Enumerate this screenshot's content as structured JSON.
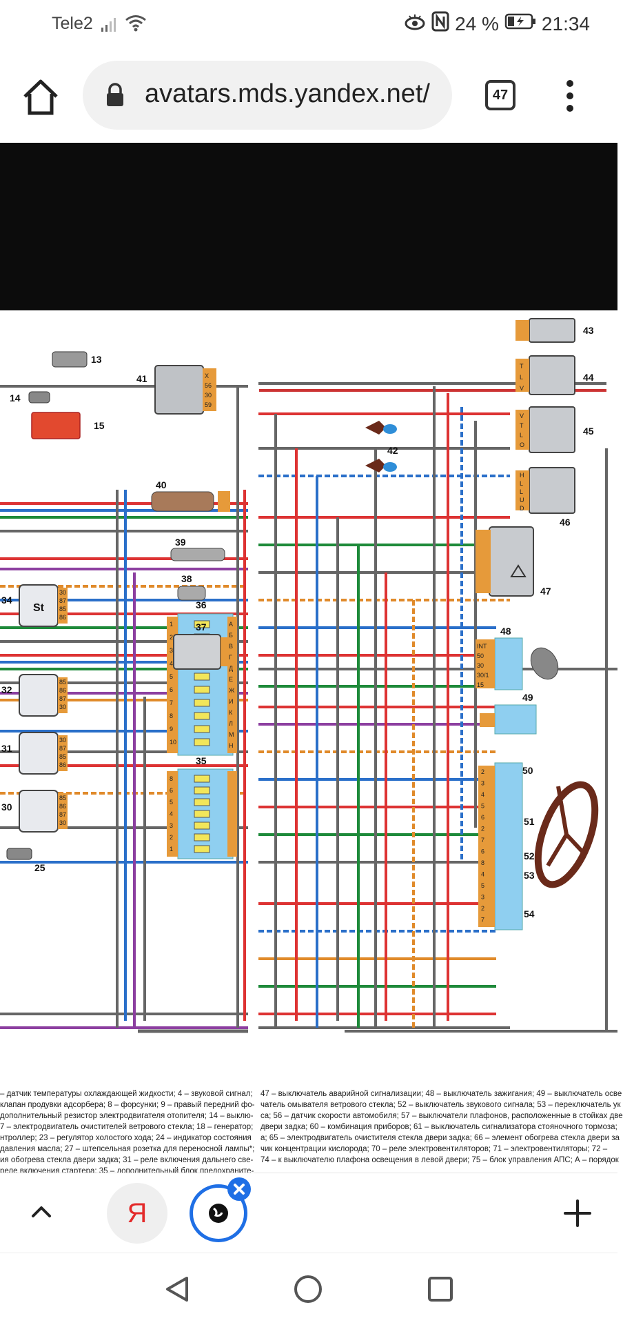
{
  "status_bar": {
    "carrier": "Tele2",
    "battery_percent": "24 %",
    "time": "21:34"
  },
  "browser": {
    "url": "avatars.mds.yandex.net/",
    "tab_count": "47",
    "yandex_button_label": "Я"
  },
  "diagram": {
    "component_numbers_left": [
      "13",
      "14",
      "15",
      "41",
      "40",
      "39",
      "38",
      "37",
      "34",
      "32",
      "31",
      "30",
      "25",
      "36",
      "35"
    ],
    "component_numbers_right": [
      "42",
      "43",
      "44",
      "45",
      "46",
      "47",
      "48",
      "49",
      "50",
      "51",
      "52",
      "53",
      "54"
    ],
    "ignition_label": "St",
    "switch48_pins": [
      "INT",
      "50",
      "30",
      "30/1",
      "15"
    ],
    "switch44_pins": [
      "T",
      "L",
      "V"
    ],
    "switch45_pins": [
      "V",
      "T",
      "L",
      "O"
    ],
    "switch46_pins": [
      "H",
      "L",
      "L",
      "U",
      "D"
    ],
    "switch41_pins": [
      "X",
      "56",
      "30",
      "59"
    ],
    "block36_left_pins": [
      "1",
      "2",
      "3",
      "4",
      "5",
      "6",
      "7",
      "8",
      "9",
      "10"
    ],
    "block36_right_pins": [
      "А",
      "Б",
      "В",
      "Г",
      "Д",
      "Е",
      "Ж",
      "И",
      "К",
      "Л",
      "М",
      "Н"
    ],
    "block35_left_pins": [
      "8",
      "6",
      "5",
      "4",
      "3",
      "2",
      "1"
    ],
    "relay_pins_34": [
      "30",
      "87",
      "85",
      "86"
    ],
    "relay_pins_32": [
      "85",
      "86",
      "87",
      "30"
    ],
    "relay_pins_31": [
      "30",
      "87",
      "85",
      "86"
    ],
    "relay_pins_30": [
      "85",
      "86",
      "87",
      "30"
    ],
    "column_right_pins": [
      "2",
      "3",
      "4",
      "5",
      "6",
      "2",
      "7",
      "6",
      "8",
      "4",
      "5",
      "3",
      "2",
      "7"
    ]
  },
  "caption": {
    "left_lines": [
      "– датчик температуры охлаждающей жидкости; 4 – звуковой сигнал;",
      "клапан продувки адсорбера; 8 – форсунки; 9 – правый передний фо-",
      "дополнительный резистор электродвигателя отопителя; 14 – выклю-",
      "7 – электродвигатель очистителей ветрового стекла; 18 – генератор;",
      "нтроллер; 23 – регулятор холостого хода; 24 – индикатор состояния",
      "давления масла; 27 – штепсельная розетка для переносной лампы*;",
      "ия обогрева стекла двери задка; 31 – реле включения дальнего све-",
      "реле включения стартера; 35 – дополнительный блок предохраните-"
    ],
    "right_lines": [
      "47 – выключатель аварийной сигнализации; 48 – выключатель зажигания; 49 – выключатель осве",
      "чатель омывателя ветрового стекла; 52 – выключатель звукового сигнала; 53 – переключатель ук",
      "са; 56 – датчик скорости автомобиля; 57 – выключатели плафонов, расположенные в стойках две",
      "двери задка; 60 – комбинация приборов; 61 – выключатель сигнализатора стояночного тормоза;",
      "а; 65 – электродвигатель очистителя стекла двери задка; 66 – элемент обогрева стекла двери за",
      "чик концентрации кислорода; 70 – реле электровентиляторов; 71 – электровентиляторы; 72 –",
      "74 – к выключателю плафона освещения в левой двери; 75 – блок управления АПС; А – порядок"
    ]
  }
}
